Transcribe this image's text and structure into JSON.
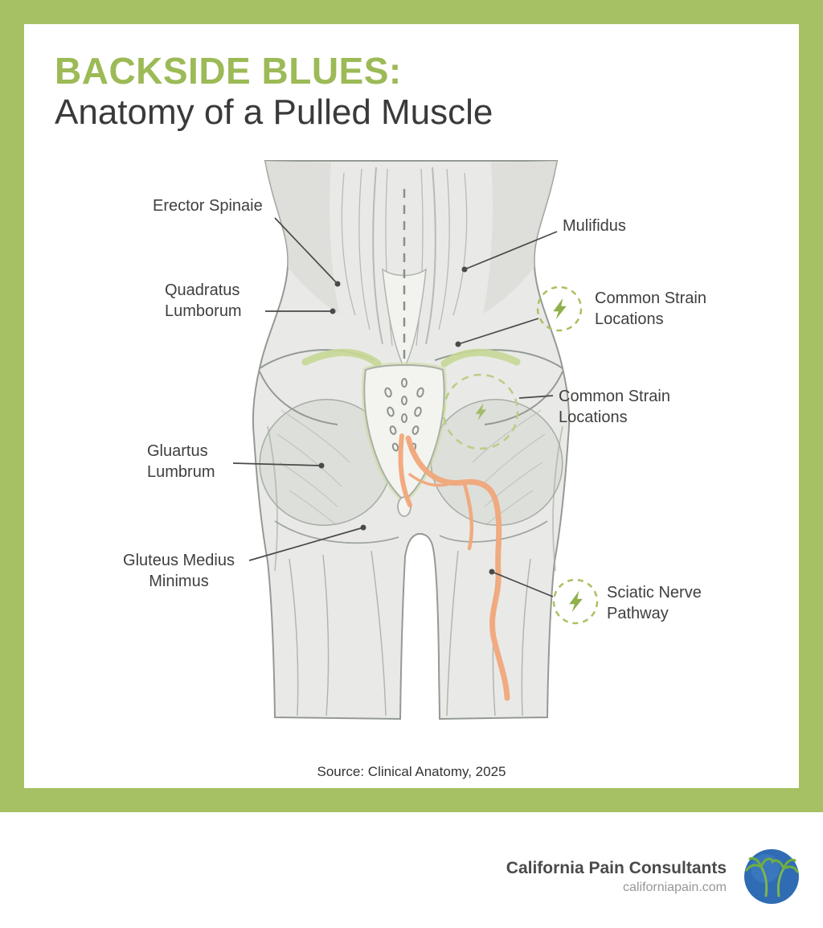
{
  "header": {
    "title_accent": "BACKSIDE BLUES:",
    "title_main": "Anatomy of a Pulled Muscle"
  },
  "diagram": {
    "labels": {
      "erector_spinae": "Erector Spinaie",
      "multifidus": "Mulifidus",
      "quadratus_lumborum": "Quadratus Lumborum",
      "common_strain_upper": "Common Strain Locations",
      "common_strain_lower": "Common Strain Locations",
      "gluartus_lumbrum": "Gluartus Lumbrum",
      "gluteus_medius_minimus": "Gluteus Medius Minimus",
      "sciatic_nerve_pathway": "Sciatic Nerve Pathway"
    },
    "source": "Source: Clinical Anatomy, 2025"
  },
  "footer": {
    "brand": "California Pain Consultants",
    "website": "californiapain.com"
  },
  "colors": {
    "frame_green": "#a6c163",
    "title_green": "#9cba56",
    "text_dark": "#3a3a3a",
    "label_text": "#3f3f3f",
    "highlight_green": "#c6d795",
    "nerve_orange": "#f2a87b",
    "dashed_circle_green": "#a9c162",
    "bolt_green": "#8fb04a",
    "logo_blue": "#2f6cb3",
    "logo_palm_green": "#6fae3f"
  }
}
